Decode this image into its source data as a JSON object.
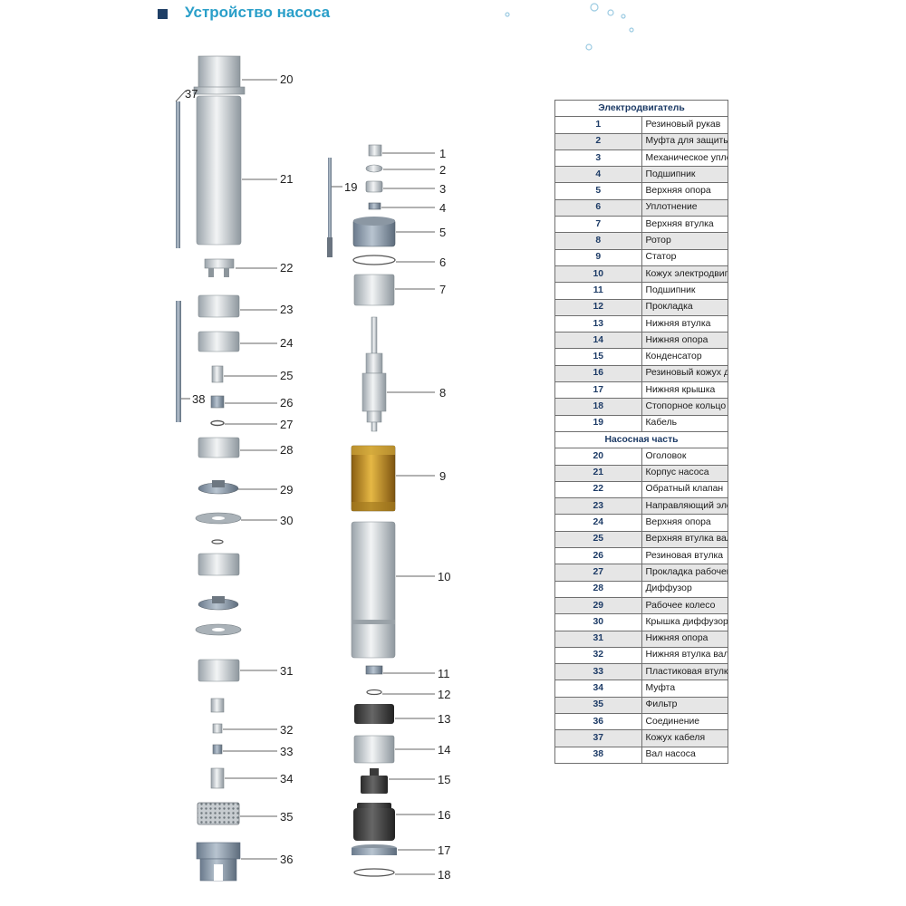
{
  "title": "Устройство насоса",
  "table": {
    "section_motor": "Электродвигатель",
    "section_pump": "Насосная часть",
    "motor_parts": [
      {
        "num": "1",
        "name": "Резиновый рукав"
      },
      {
        "num": "2",
        "name": "Муфта для защиты от песка"
      },
      {
        "num": "3",
        "name": "Механическое уплотнение"
      },
      {
        "num": "4",
        "name": "Подшипник"
      },
      {
        "num": "5",
        "name": "Верхняя опора"
      },
      {
        "num": "6",
        "name": "Уплотнение"
      },
      {
        "num": "7",
        "name": "Верхняя втулка"
      },
      {
        "num": "8",
        "name": "Ротор"
      },
      {
        "num": "9",
        "name": "Статор"
      },
      {
        "num": "10",
        "name": "Кожух электродвигателя"
      },
      {
        "num": "11",
        "name": "Подшипник"
      },
      {
        "num": "12",
        "name": "Прокладка"
      },
      {
        "num": "13",
        "name": "Нижняя втулка"
      },
      {
        "num": "14",
        "name": "Нижняя опора"
      },
      {
        "num": "15",
        "name": "Конденсатор"
      },
      {
        "num": "16",
        "name": "Резиновый кожух для масла"
      },
      {
        "num": "17",
        "name": "Нижняя крышка"
      },
      {
        "num": "18",
        "name": "Стопорное кольцо"
      },
      {
        "num": "19",
        "name": "Кабель"
      }
    ],
    "pump_parts": [
      {
        "num": "20",
        "name": "Оголовок"
      },
      {
        "num": "21",
        "name": "Корпус насоса"
      },
      {
        "num": "22",
        "name": "Обратный клапан"
      },
      {
        "num": "23",
        "name": "Направляющий элемент"
      },
      {
        "num": "24",
        "name": "Верхняя опора"
      },
      {
        "num": "25",
        "name": "Верхняя втулка вала"
      },
      {
        "num": "26",
        "name": "Резиновая втулка"
      },
      {
        "num": "27",
        "name": "Прокладка рабочего колеса"
      },
      {
        "num": "28",
        "name": "Диффузор"
      },
      {
        "num": "29",
        "name": "Рабочее колесо"
      },
      {
        "num": "30",
        "name": "Крышка диффузора"
      },
      {
        "num": "31",
        "name": "Нижняя опора"
      },
      {
        "num": "32",
        "name": "Нижняя втулка вала"
      },
      {
        "num": "33",
        "name": "Пластиковая втулка"
      },
      {
        "num": "34",
        "name": "Муфта"
      },
      {
        "num": "35",
        "name": "Фильтр"
      },
      {
        "num": "36",
        "name": "Соединение"
      },
      {
        "num": "37",
        "name": "Кожух кабеля"
      },
      {
        "num": "38",
        "name": "Вал насоса"
      }
    ]
  },
  "diagram_labels": {
    "l1": "1",
    "l2": "2",
    "l3": "3",
    "l4": "4",
    "l5": "5",
    "l6": "6",
    "l7": "7",
    "l8": "8",
    "l9": "9",
    "l10": "10",
    "l11": "11",
    "l12": "12",
    "l13": "13",
    "l14": "14",
    "l15": "15",
    "l16": "16",
    "l17": "17",
    "l18": "18",
    "l19": "19",
    "l20": "20",
    "l21": "21",
    "l22": "22",
    "l23": "23",
    "l24": "24",
    "l25": "25",
    "l26": "26",
    "l27": "27",
    "l28": "28",
    "l29": "29",
    "l30": "30",
    "l31": "31",
    "l32": "32",
    "l33": "33",
    "l34": "34",
    "l35": "35",
    "l36": "36",
    "l37": "37",
    "l38": "38"
  },
  "colors": {
    "title": "#2a9fc9",
    "table_number": "#1d3b66",
    "metal_light": "#dfe3e6",
    "metal_dark": "#7d8890",
    "stator_copper": "#c89a2a",
    "rubber_dark": "#3a3a3a"
  }
}
